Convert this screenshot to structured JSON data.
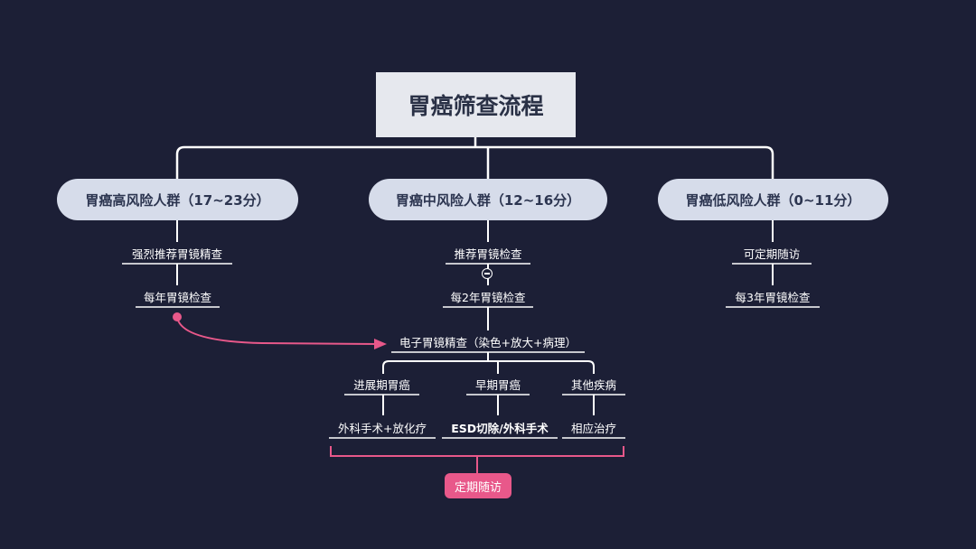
{
  "title": "胃癌筛查流程",
  "groups": {
    "high": {
      "label": "胃癌高风险人群（17~23分）",
      "step1": "强烈推荐胃镜精查",
      "step2": "每年胃镜检查"
    },
    "mid": {
      "label": "胃癌中风险人群（12~16分）",
      "step1": "推荐胃镜检查",
      "step2": "每2年胃镜检查"
    },
    "low": {
      "label": "胃癌低风险人群（0~11分）",
      "step1": "可定期随访",
      "step2": "每3年胃镜检查"
    }
  },
  "precise_exam": "电子胃镜精查（染色+放大+病理）",
  "outcomes": [
    {
      "result": "进展期胃癌",
      "treatment": "外科手术+放化疗"
    },
    {
      "result": "早期胃癌",
      "treatment": "ESD切除/外科手术"
    },
    {
      "result": "其他疾病",
      "treatment": "相应治疗"
    }
  ],
  "follow_up": "定期随访",
  "colors": {
    "background": "#1c1f36",
    "line": "#ffffff",
    "pill": "#d6dcea",
    "accent": "#e8588a"
  }
}
